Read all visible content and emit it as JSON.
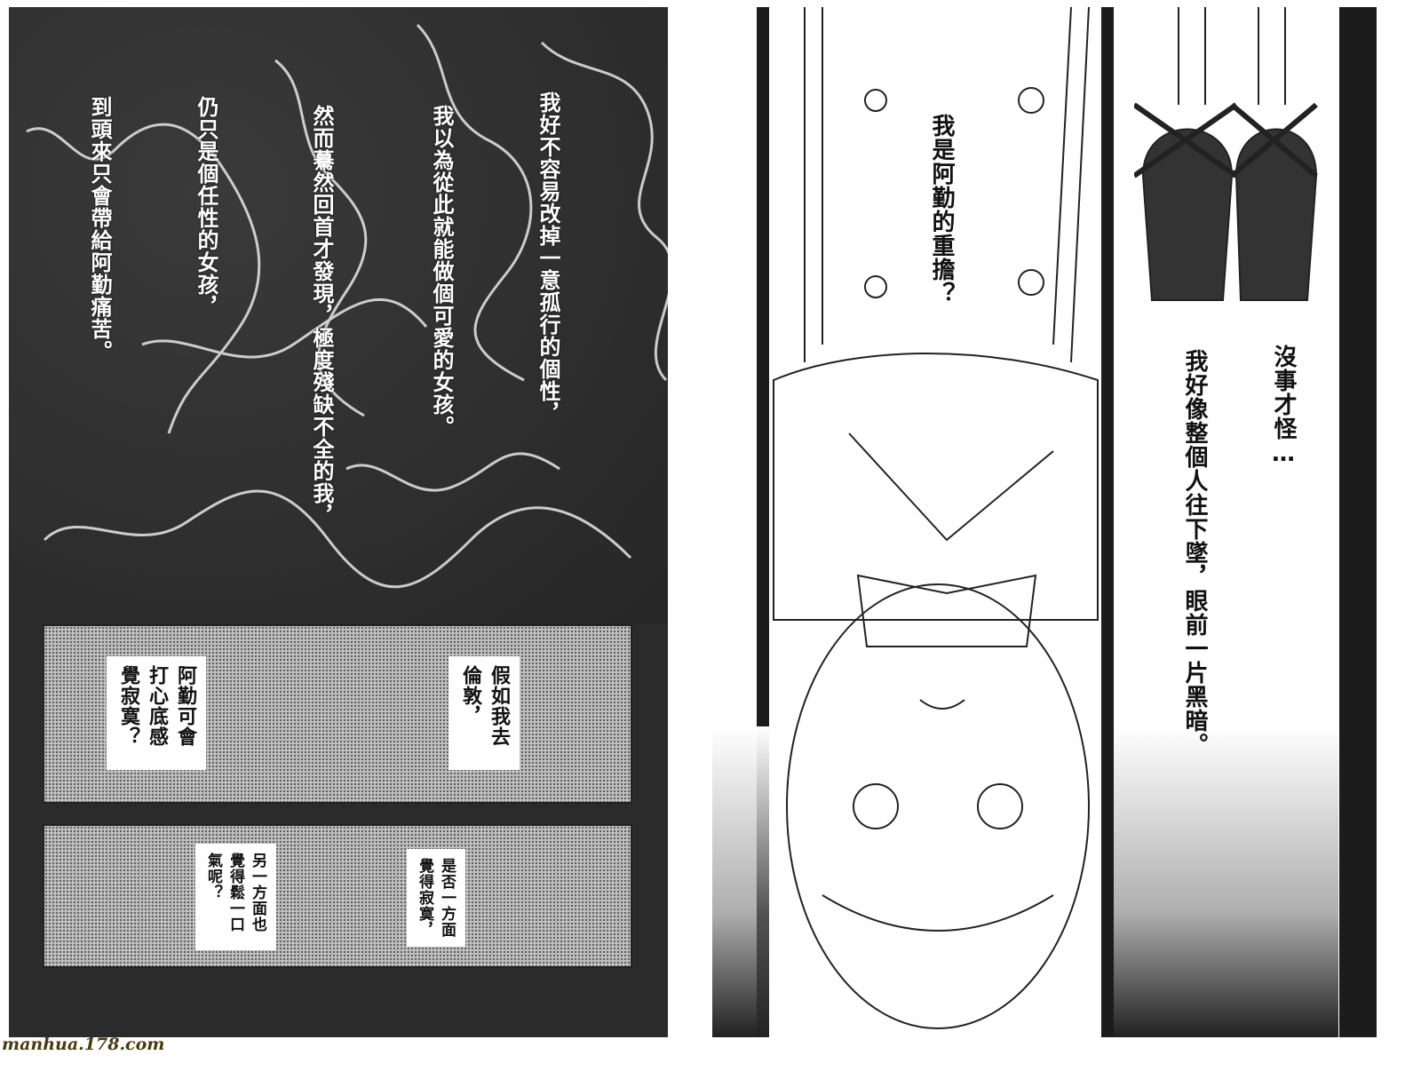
{
  "left_page": {
    "dark_panel_lines": [
      "我好不容易改掉一意孤行的個性，",
      "我以為從此就能做個可愛的女孩。",
      "然而驀然回首才發現，極度殘缺不全的我，",
      "仍只是個任性的女孩，",
      "到頭來只會帶給阿勤痛苦。"
    ],
    "panel2": {
      "right_bubble": "假如我去倫敦，",
      "left_bubble": "阿勤可會打心底感覺寂寞？"
    },
    "panel3": {
      "right_bubble": "是否一方面覺得寂寞，",
      "left_bubble": "另一方面也覺得鬆一口氣呢？"
    }
  },
  "right_page": {
    "center_text": "我是阿勤的重擔？",
    "right_text_1": "沒事才怪…",
    "right_text_2": "我好像整個人往下墜，眼前一片黑暗。"
  },
  "watermark": "manhua.178.com"
}
